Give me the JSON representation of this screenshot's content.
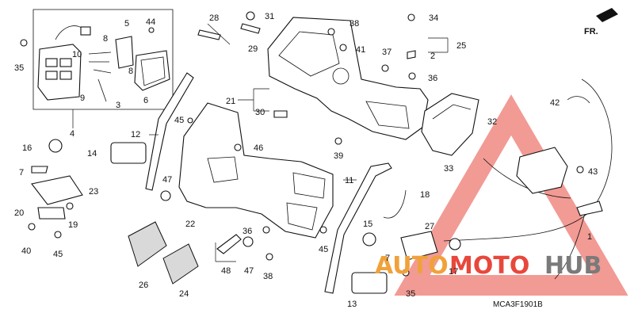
{
  "diagram": {
    "fr_label": "FR.",
    "part_code": "MCA3F1901B",
    "watermark_text_a": "AUTO",
    "watermark_text_b": "MOTO",
    "watermark_text_c": "HUB",
    "watermark_color": "#e8473c",
    "accent_color": "#f0a23a",
    "callouts": [
      "1",
      "2",
      "3",
      "4",
      "5",
      "6",
      "7",
      "7",
      "8",
      "8",
      "9",
      "10",
      "11",
      "12",
      "13",
      "14",
      "15",
      "16",
      "17",
      "18",
      "19",
      "20",
      "21",
      "22",
      "23",
      "24",
      "25",
      "26",
      "27",
      "28",
      "29",
      "30",
      "31",
      "32",
      "33",
      "34",
      "35",
      "35",
      "36",
      "36",
      "37",
      "38",
      "38",
      "39",
      "40",
      "41",
      "42",
      "43",
      "44",
      "45",
      "45",
      "45",
      "46",
      "47",
      "47",
      "48"
    ]
  }
}
